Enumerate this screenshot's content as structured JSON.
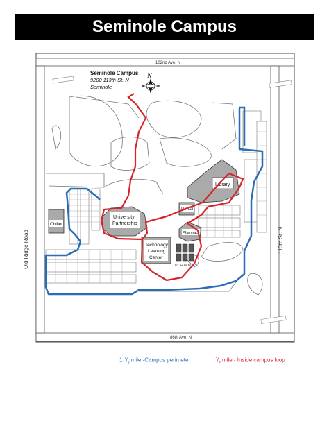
{
  "title": "Seminole Campus",
  "campus_label": {
    "name": "Seminole Campus",
    "address": "9200 113th St. N",
    "city": "Seminole"
  },
  "compass": {
    "letter": "N"
  },
  "roads": {
    "top": "102nd Ave. N",
    "bottom": "86th Ave. N",
    "left": "Old Ridge Road",
    "right": "113th St. N"
  },
  "buildings": {
    "library": "Library",
    "dental": "Dental",
    "pharmacy": "Pharmacy",
    "university_line1": "University",
    "university_line2": "Partnership",
    "tech_line1": "Technology",
    "tech_line2": "Learning",
    "tech_line3": "Center",
    "chiller": "Chiller",
    "portables": "PORTABLES"
  },
  "legend": {
    "blue_prefix": "1",
    "blue_num": "1",
    "blue_den": "2",
    "blue_text": " mile -Campus perimeter",
    "red_num": "3",
    "red_den": "4",
    "red_text": " mile - Inside campus loop"
  },
  "colors": {
    "perimeter": "#2a6db5",
    "loop": "#d6242b",
    "banner": "#000000"
  }
}
